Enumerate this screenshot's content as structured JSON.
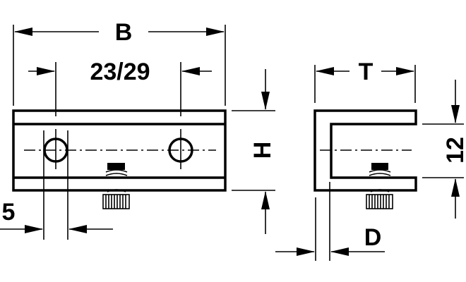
{
  "dimensions": {
    "width_label": "B",
    "hole_spacing_label": "23/29",
    "hole_offset_label": "5",
    "height_label": "H",
    "depth_label": "T",
    "gap_label": "12",
    "material_thickness_label": "D"
  }
}
